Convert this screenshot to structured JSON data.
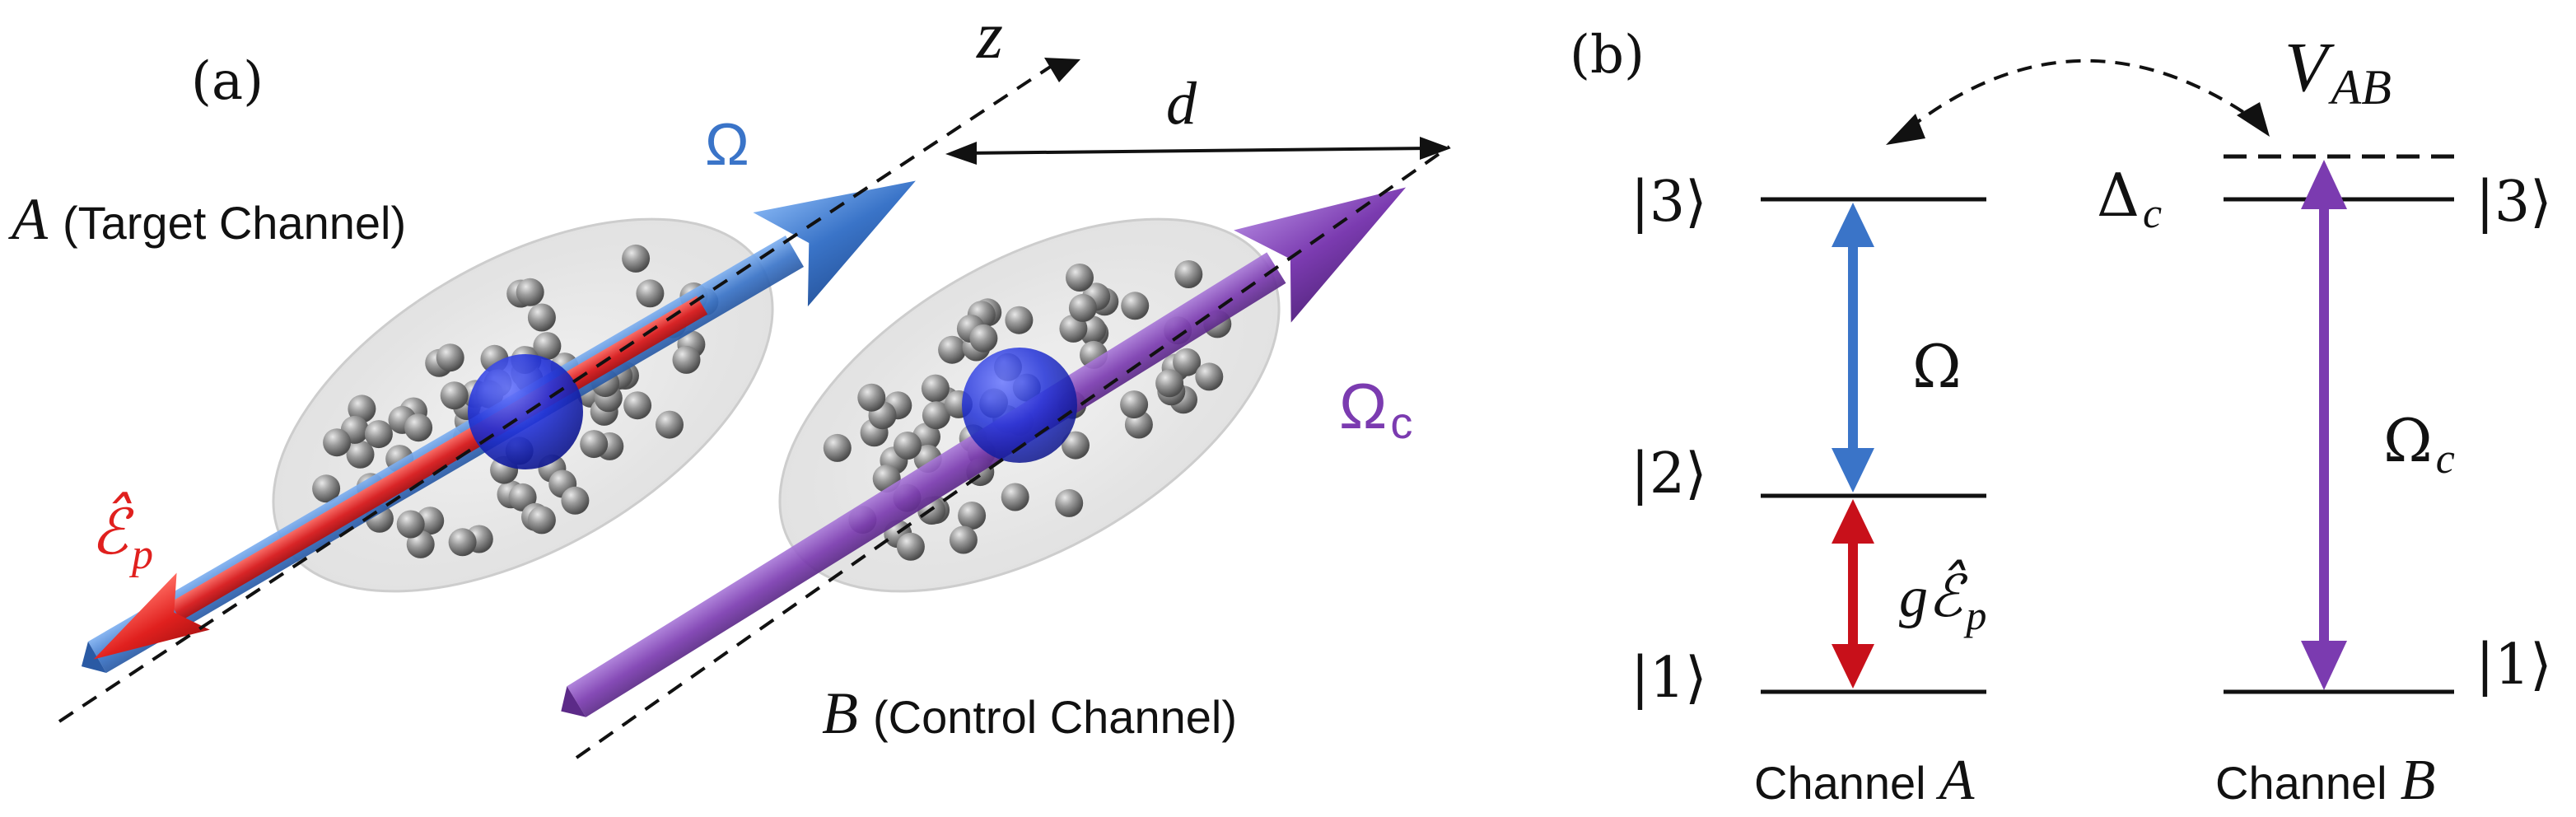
{
  "panel_a": {
    "tag": "(a)",
    "axis_label": "z",
    "distance_label": "d",
    "omega_label": "Ω",
    "omega_c_main": "Ω",
    "omega_c_sub": "c",
    "probe_main": "ℰ̂",
    "probe_sub": "p",
    "channel_a_letter": "A",
    "channel_a_name": "(Target Channel)",
    "channel_b_letter": "B",
    "channel_b_name": "(Control Channel)"
  },
  "panel_b": {
    "tag": "(b)",
    "interaction_main": "V",
    "interaction_sub": "AB",
    "detuning_main": "Δ",
    "detuning_sub": "c",
    "a_level_3": "|3⟩",
    "a_level_2": "|2⟩",
    "a_level_1": "|1⟩",
    "b_level_3": "|3⟩",
    "b_level_1": "|1⟩",
    "omega_label": "Ω",
    "coupling_main": "gℰ̂",
    "coupling_sub": "p",
    "omega_c_main": "Ω",
    "omega_c_sub": "c",
    "channel_a_word": "Channel",
    "channel_a_letter": "A",
    "channel_b_word": "Channel",
    "channel_b_letter": "B"
  },
  "colors": {
    "omega_blue": "#3a74c8",
    "probe_red": "#e0201e",
    "control_purple": "#7b3bb0",
    "atom_gray": "#8c8c8c",
    "rydberg_blue": "#1f2fc8"
  }
}
